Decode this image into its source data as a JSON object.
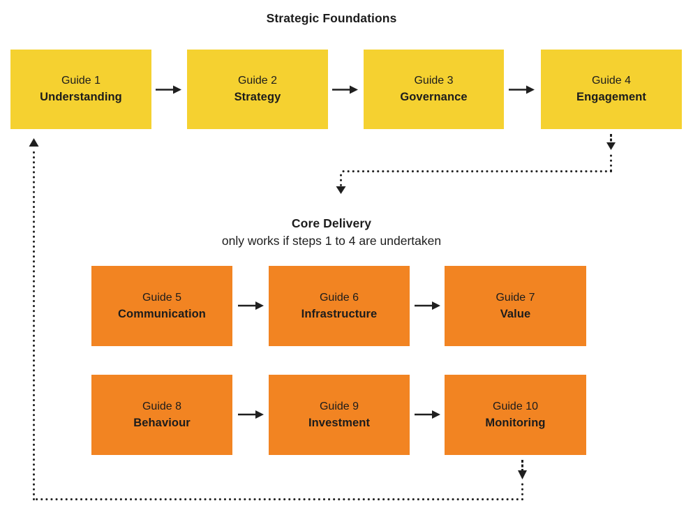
{
  "diagram": {
    "background": "#ffffff",
    "text_color": "#1c1c1c",
    "connector_color": "#1f1f1f",
    "sections": [
      {
        "title": "Strategic Foundations",
        "color": "#F5D130",
        "boxes": [
          {
            "step": "Guide 1",
            "name": "Understanding"
          },
          {
            "step": "Guide 2",
            "name": "Strategy"
          },
          {
            "step": "Guide 3",
            "name": "Governance"
          },
          {
            "step": "Guide 4",
            "name": "Engagement"
          }
        ]
      },
      {
        "title": "Core Delivery",
        "subtitle": "only works if steps 1 to 4 are undertaken",
        "color": "#F28422",
        "boxes": [
          {
            "step": "Guide 5",
            "name": "Communication"
          },
          {
            "step": "Guide 6",
            "name": "Infrastructure"
          },
          {
            "step": "Guide 7",
            "name": "Value"
          },
          {
            "step": "Guide 8",
            "name": "Behaviour"
          },
          {
            "step": "Guide 9",
            "name": "Investment"
          },
          {
            "step": "Guide 10",
            "name": "Monitoring"
          }
        ]
      }
    ],
    "connections": [
      {
        "from": "Guide 1",
        "to": "Guide 2",
        "style": "solid-arrow"
      },
      {
        "from": "Guide 2",
        "to": "Guide 3",
        "style": "solid-arrow"
      },
      {
        "from": "Guide 3",
        "to": "Guide 4",
        "style": "solid-arrow"
      },
      {
        "from": "Guide 4",
        "to": "Core Delivery",
        "style": "dotted-arrow"
      },
      {
        "from": "Guide 5",
        "to": "Guide 6",
        "style": "solid-arrow"
      },
      {
        "from": "Guide 6",
        "to": "Guide 7",
        "style": "solid-arrow"
      },
      {
        "from": "Guide 8",
        "to": "Guide 9",
        "style": "solid-arrow"
      },
      {
        "from": "Guide 9",
        "to": "Guide 10",
        "style": "solid-arrow"
      },
      {
        "from": "Guide 10",
        "to": "Guide 1",
        "style": "dotted-arrow"
      }
    ]
  }
}
